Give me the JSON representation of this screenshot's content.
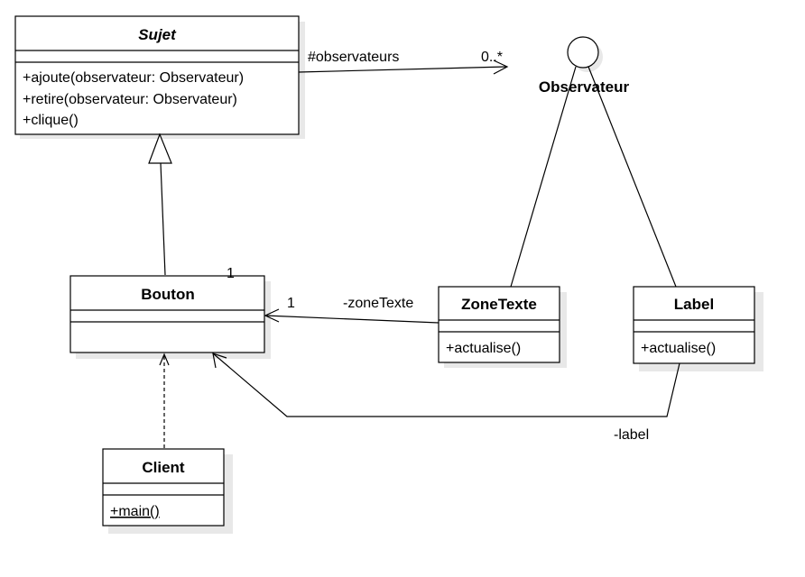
{
  "classes": {
    "sujet": {
      "name": "Sujet",
      "methods": [
        "+ajoute(observateur: Observateur)",
        "+retire(observateur: Observateur)",
        "+clique()"
      ]
    },
    "bouton": {
      "name": "Bouton"
    },
    "zonetexte": {
      "name": "ZoneTexte",
      "methods": [
        "+actualise()"
      ]
    },
    "label": {
      "name": "Label",
      "methods": [
        "+actualise()"
      ]
    },
    "client": {
      "name": "Client",
      "methods": [
        "+main()"
      ]
    }
  },
  "interface": {
    "name": "Observateur"
  },
  "associations": {
    "observateurs": {
      "role": "#observateurs",
      "multiplicity": "0..*"
    },
    "zonetexte": {
      "role": "-zoneTexte",
      "multiplicity": "1"
    },
    "label": {
      "role": "-label",
      "multiplicity": "1"
    }
  },
  "colors": {
    "line": "#000000",
    "shadow": "#e6e6e6",
    "fill": "#ffffff"
  }
}
